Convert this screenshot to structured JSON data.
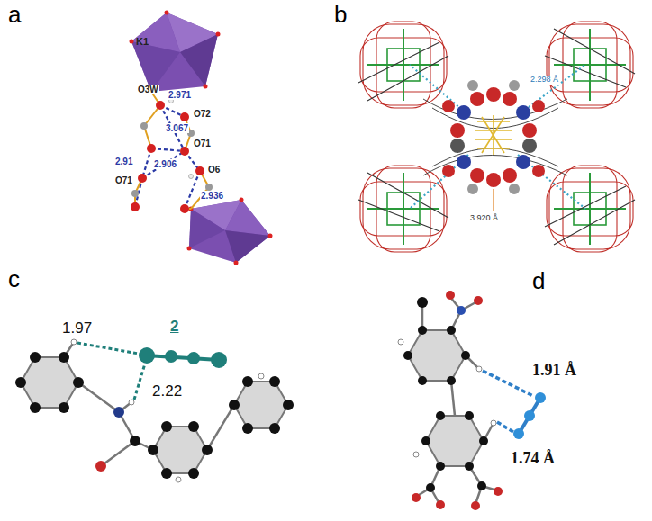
{
  "diagram": {
    "labels": [
      "a",
      "K1",
      "O3W",
      "2.971",
      "O72",
      "3.067",
      "2.91",
      "O71",
      "O71",
      "2.906",
      "O6",
      "2.936",
      "b",
      "2.298 Å",
      "3.920 Å",
      "c",
      "1.97",
      "2",
      "2.22",
      "d",
      "1.91 Å",
      "1.74 Å"
    ]
  }
}
